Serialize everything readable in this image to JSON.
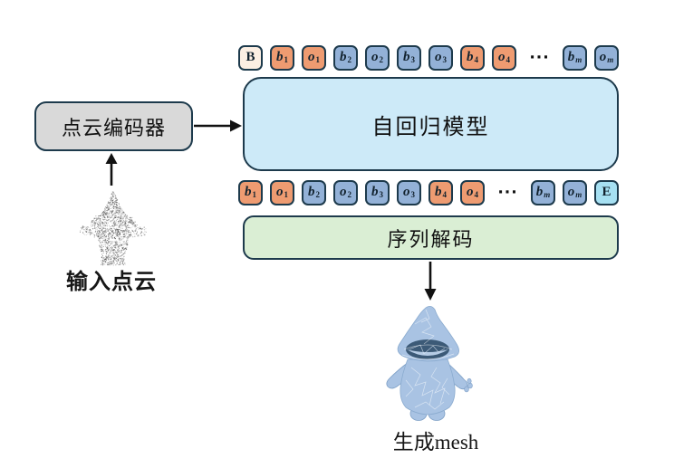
{
  "diagram": {
    "title_boxes": {
      "encoder": "点云编码器",
      "autoregressive": "自回归模型",
      "decoder": "序列解码"
    },
    "labels": {
      "input": "输入点云",
      "output": "生成mesh"
    },
    "token_rows": {
      "top": [
        {
          "base": "B",
          "sub": "",
          "style": "begin"
        },
        {
          "base": "b",
          "sub": "1",
          "style": "orange"
        },
        {
          "base": "o",
          "sub": "1",
          "style": "orange"
        },
        {
          "base": "b",
          "sub": "2",
          "style": "blue"
        },
        {
          "base": "o",
          "sub": "2",
          "style": "blue"
        },
        {
          "base": "b",
          "sub": "3",
          "style": "blue"
        },
        {
          "base": "o",
          "sub": "3",
          "style": "blue"
        },
        {
          "base": "b",
          "sub": "4",
          "style": "orange"
        },
        {
          "base": "o",
          "sub": "4",
          "style": "orange"
        },
        {
          "base": "···",
          "sub": "",
          "style": "ellipsis"
        },
        {
          "base": "b",
          "sub": "m",
          "style": "blue"
        },
        {
          "base": "o",
          "sub": "m",
          "style": "blue"
        }
      ],
      "bottom": [
        {
          "base": "b",
          "sub": "1",
          "style": "orange"
        },
        {
          "base": "o",
          "sub": "1",
          "style": "orange"
        },
        {
          "base": "b",
          "sub": "2",
          "style": "blue"
        },
        {
          "base": "o",
          "sub": "2",
          "style": "blue"
        },
        {
          "base": "b",
          "sub": "3",
          "style": "blue"
        },
        {
          "base": "o",
          "sub": "3",
          "style": "blue"
        },
        {
          "base": "b",
          "sub": "4",
          "style": "orange"
        },
        {
          "base": "o",
          "sub": "4",
          "style": "orange"
        },
        {
          "base": "···",
          "sub": "",
          "style": "ellipsis"
        },
        {
          "base": "b",
          "sub": "m",
          "style": "blue"
        },
        {
          "base": "o",
          "sub": "m",
          "style": "blue"
        },
        {
          "base": "E",
          "sub": "",
          "style": "end"
        }
      ]
    },
    "colors": {
      "token_orange": "#EE9B71",
      "token_blue": "#93B1D7",
      "token_begin_bg": "#FCEFE3",
      "token_end_bg": "#A6E0F2",
      "token_border": "#1D3A4C",
      "autoregressive_bg": "#CDEAF8",
      "decoder_bg": "#DAEED4",
      "encoder_bg": "#D9D9D9",
      "box_border": "#1D3A4C",
      "arrow_color": "#111111",
      "mesh_blue": "#A9C3E3",
      "mesh_face_dark": "#3C5A77",
      "pointcloud_gray": "#555555"
    }
  }
}
